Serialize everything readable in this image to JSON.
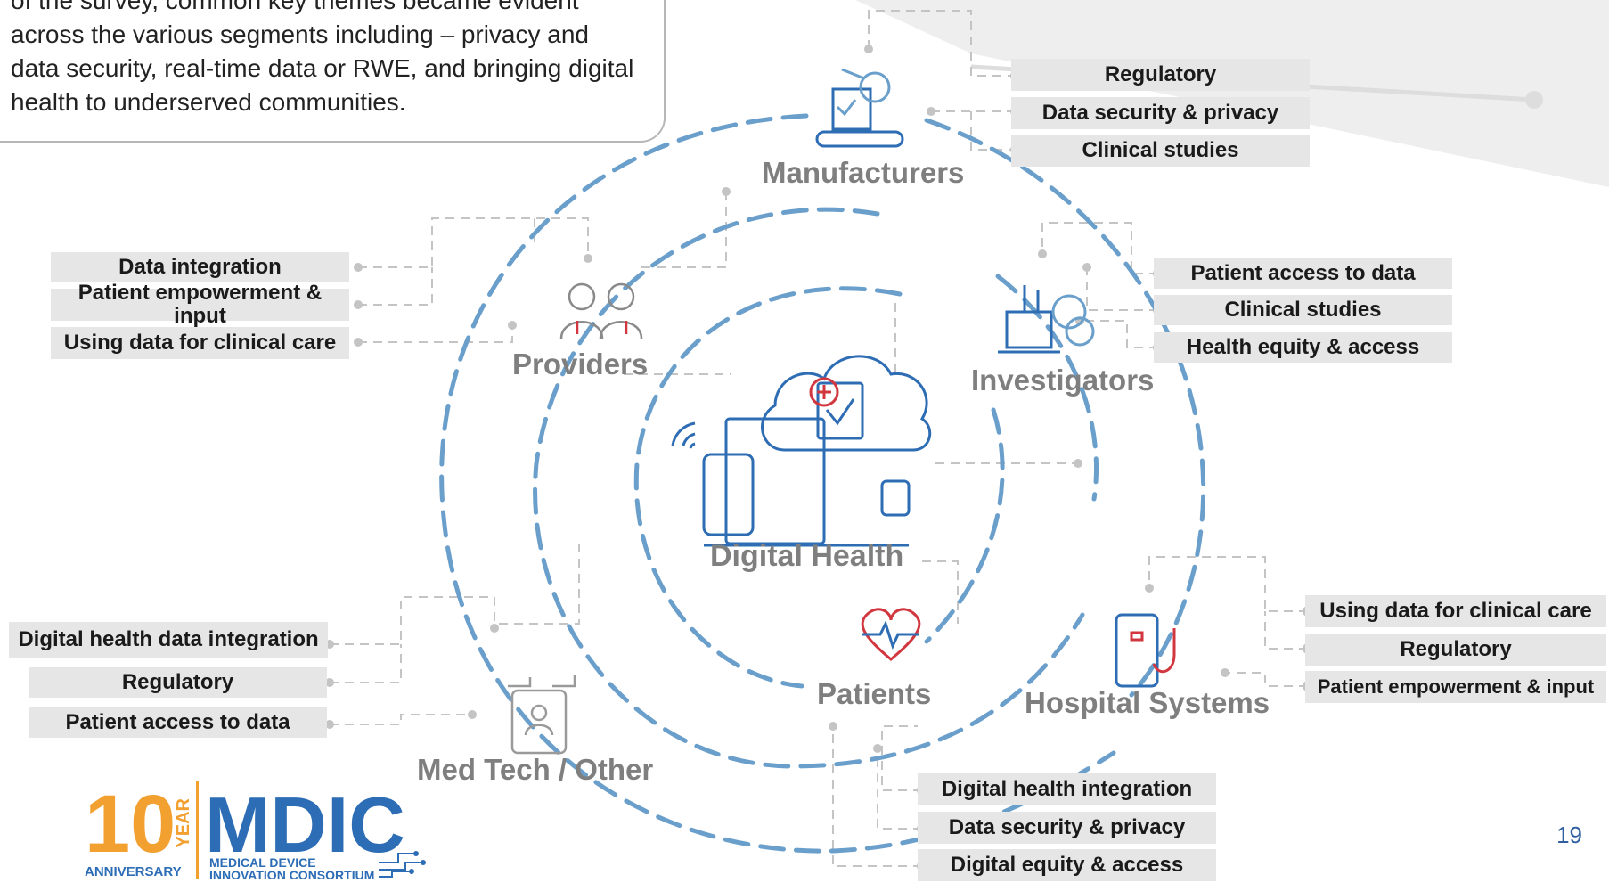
{
  "callout": {
    "text": "of the survey, common key themes became evident across the various segments including – privacy and data security, real-time data or RWE, and bringing digital health to underserved communities."
  },
  "center": {
    "label": "Digital Health"
  },
  "segments": {
    "manufacturers": {
      "label": "Manufacturers",
      "themes": [
        "Regulatory",
        "Data security & privacy",
        "Clinical studies"
      ]
    },
    "providers": {
      "label": "Providers",
      "themes": [
        "Data integration",
        "Patient empowerment & input",
        "Using data for clinical care"
      ]
    },
    "investigators": {
      "label": "Investigators",
      "themes": [
        "Patient access to data",
        "Clinical studies",
        "Health equity & access"
      ]
    },
    "hospital_systems": {
      "label": "Hospital Systems",
      "themes": [
        "Using data for clinical care",
        "Regulatory",
        "Patient empowerment & input"
      ]
    },
    "patients": {
      "label": "Patients",
      "themes": [
        "Digital health integration",
        "Data security & privacy",
        "Digital equity & access"
      ]
    },
    "med_tech": {
      "label": "Med Tech / Other",
      "themes": [
        "Digital health data integration",
        "Regulatory",
        "Patient access to data"
      ]
    }
  },
  "logo": {
    "years": "10",
    "year_word": "YEAR",
    "anniversary": "ANNIVERSARY",
    "brand": "MDIC",
    "subtitle_1": "MEDICAL DEVICE",
    "subtitle_2": "INNOVATION CONSORTIUM"
  },
  "page_number": "19",
  "colors": {
    "ring": "#6a9fcb",
    "icon_blue": "#2e6db4",
    "icon_red": "#d2373f",
    "label_grey": "#7f7f7f",
    "pill_bg": "#e6e6e6",
    "logo_orange": "#f2a030",
    "logo_blue": "#2c6db5"
  }
}
